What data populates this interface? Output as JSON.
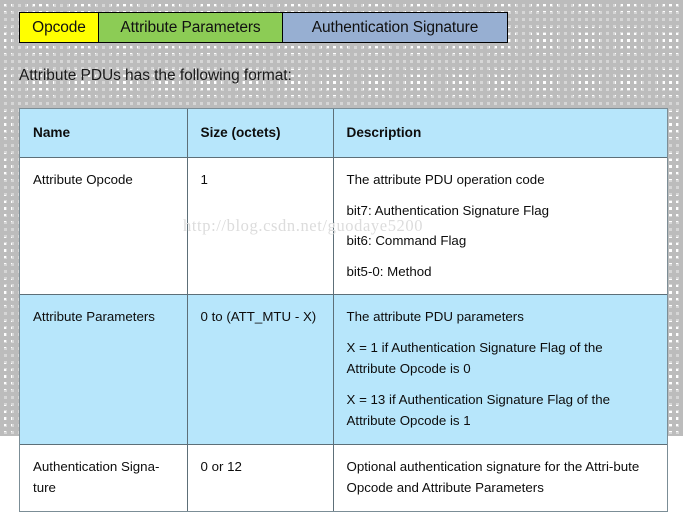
{
  "diagram": {
    "name": "attribute-pdu-format",
    "banner": {
      "fields": [
        {
          "label": "Opcode",
          "color": "#ffff00"
        },
        {
          "label": "Attribute Parameters",
          "color": "#8ccc55"
        },
        {
          "label": "Authentication Signature",
          "color": "#97afd2"
        }
      ]
    },
    "caption": "Attribute PDUs has the following format:"
  },
  "table": {
    "headers": [
      "Name",
      "Size (octets)",
      "Description"
    ],
    "header_bg": "#b7e6fb",
    "rows": [
      {
        "name": "Attribute Opcode",
        "size": "1",
        "description": [
          "The attribute PDU operation code",
          "bit7: Authentication Signature Flag",
          "bit6: Command Flag",
          "bit5-0: Method"
        ],
        "bg": "#ffffff"
      },
      {
        "name": "Attribute Parameters",
        "size": "0 to (ATT_MTU - X)",
        "description": [
          "The attribute PDU parameters",
          "X = 1 if Authentication Signature Flag of the Attribute Opcode is 0",
          "X = 13 if Authentication Signature Flag of the Attribute Opcode is 1"
        ],
        "bg": "#b7e6fb"
      },
      {
        "name": "Authentication Signa-ture",
        "size": "0 or 12",
        "description": [
          "Optional authentication signature for the Attri-bute Opcode and Attribute Parameters"
        ],
        "bg": "#ffffff"
      }
    ]
  },
  "watermark": {
    "text": "http://blog.csdn.net/guodaye5200"
  }
}
